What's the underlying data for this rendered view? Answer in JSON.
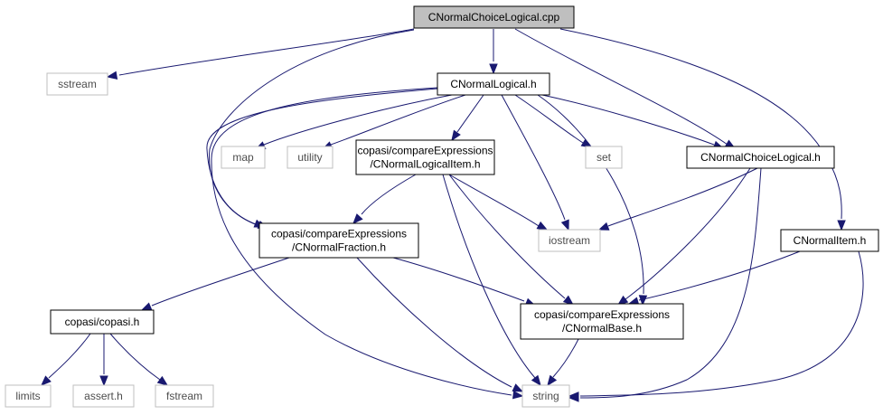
{
  "nodes": {
    "root": [
      "CNormalChoiceLogical.cpp"
    ],
    "sstream": [
      "sstream"
    ],
    "cnormallogical_h": [
      "CNormalLogical.h"
    ],
    "map": [
      "map"
    ],
    "utility": [
      "utility"
    ],
    "cnormallogicalitem_h": [
      "copasi/compareExpressions",
      "/CNormalLogicalItem.h"
    ],
    "set": [
      "set"
    ],
    "cnormalchoicelogical_h": [
      "CNormalChoiceLogical.h"
    ],
    "cnormalfraction_h": [
      "copasi/compareExpressions",
      "/CNormalFraction.h"
    ],
    "iostream": [
      "iostream"
    ],
    "cnormalitem_h": [
      "CNormalItem.h"
    ],
    "copasi_h": [
      "copasi/copasi.h"
    ],
    "cnormalbase_h": [
      "copasi/compareExpressions",
      "/CNormalBase.h"
    ],
    "limits": [
      "limits"
    ],
    "assert_h": [
      "assert.h"
    ],
    "fstream": [
      "fstream"
    ],
    "string": [
      "string"
    ]
  },
  "colors": {
    "edge": "#191970",
    "root_fill": "#bfbfbf",
    "internal_border": "#000000",
    "external_border": "#bfbfbf",
    "external_text": "#4d4d4d"
  }
}
